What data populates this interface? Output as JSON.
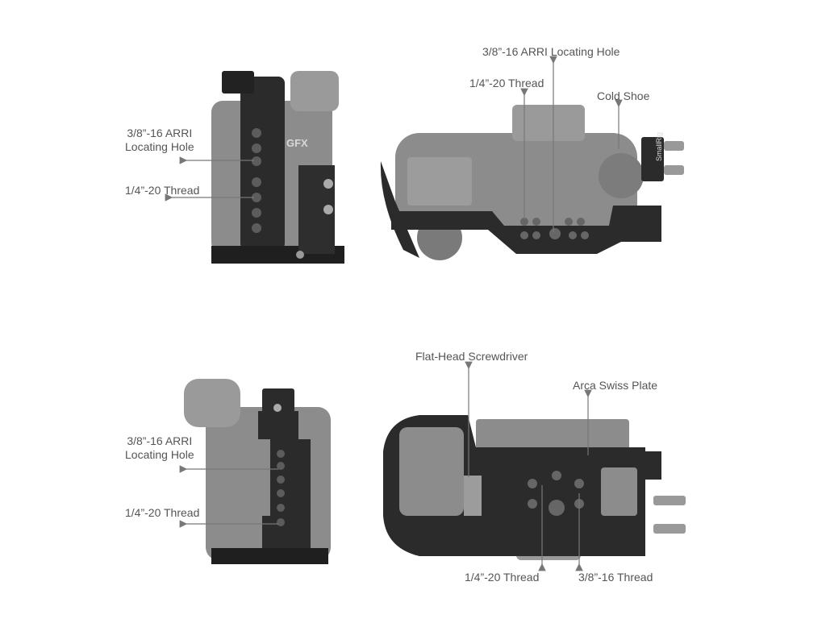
{
  "views": {
    "top_left": {
      "labels": {
        "arri_line1": "3/8”-16 ARRI",
        "arri_line2": "Locating Hole",
        "thread": "1/4”-20 Thread"
      },
      "camera_badge": "GFX"
    },
    "top_right": {
      "labels": {
        "arri": "3/8”-16 ARRI Locating Hole",
        "thread": "1/4”-20 Thread",
        "cold_shoe": "Cold Shoe"
      },
      "brand_mark": "SmallRig"
    },
    "bottom_left": {
      "labels": {
        "arri_line1": "3/8”-16 ARRI",
        "arri_line2": "Locating Hole",
        "thread": "1/4”-20 Thread"
      }
    },
    "bottom_right": {
      "labels": {
        "screwdriver": "Flat-Head Screwdriver",
        "arca": "Arca Swiss Plate",
        "thread_14": "1/4”-20 Thread",
        "thread_38": "3/8”-16 Thread"
      }
    }
  },
  "colors": {
    "camera": "#8a8a8a",
    "cage": "#2b2b2b",
    "label": "#555555",
    "leader": "#777777"
  }
}
